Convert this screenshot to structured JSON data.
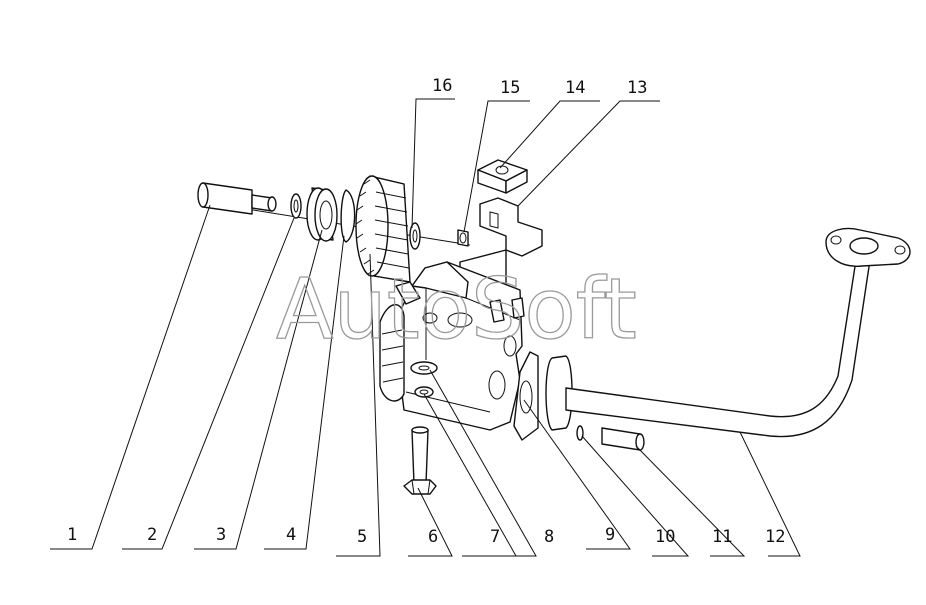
{
  "diagram": {
    "watermark": "AutoSoft",
    "callouts": {
      "c1": "1",
      "c2": "2",
      "c3": "3",
      "c4": "4",
      "c5": "5",
      "c6": "6",
      "c7": "7",
      "c8": "8",
      "c9": "9",
      "c10": "10",
      "c11": "11",
      "c12": "12",
      "c13": "13",
      "c14": "14",
      "c15": "15",
      "c16": "16"
    }
  }
}
